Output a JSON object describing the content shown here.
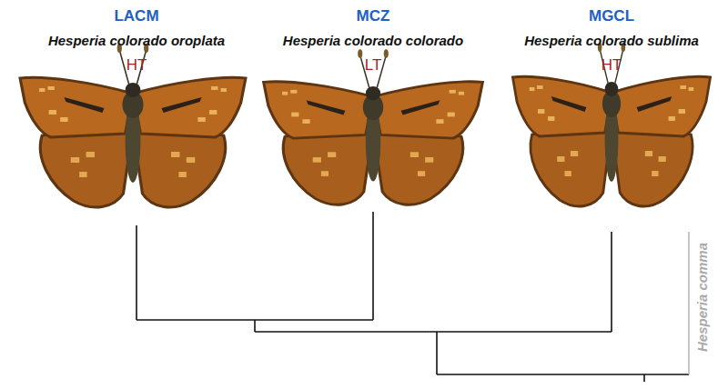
{
  "diagram": {
    "labels": [
      "LACM",
      "Hesperia colorado oroplata",
      "HT",
      "MCZ",
      "Hesperia colorado colorado",
      "LT",
      "MGCL",
      "Hesperia colorado sublima",
      "HT",
      "Hesperia comma"
    ]
  }
}
